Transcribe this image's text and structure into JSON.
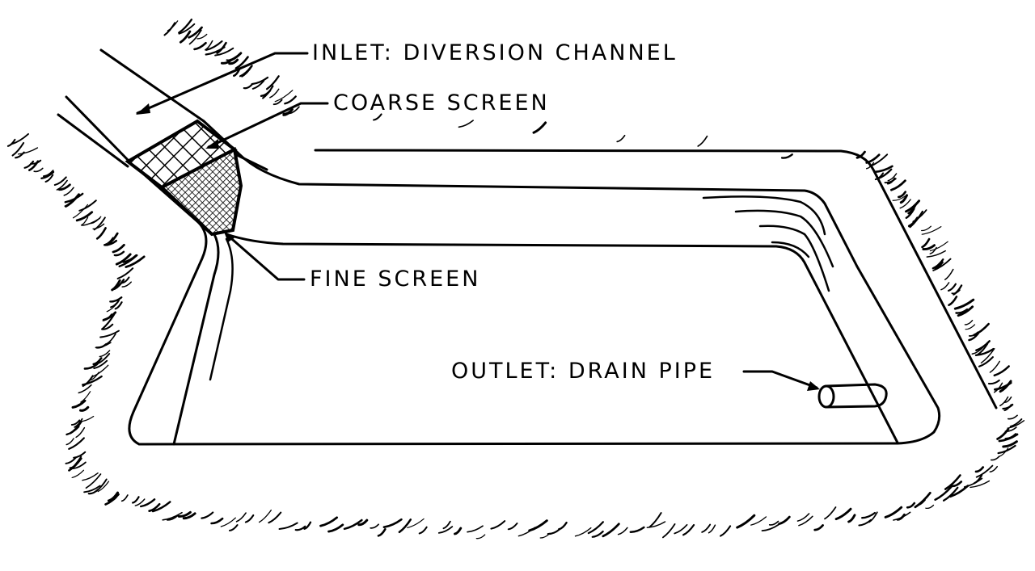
{
  "labels": {
    "inlet": "INLET: DIVERSION CHANNEL",
    "coarse_screen": "COARSE SCREEN",
    "fine_screen": "FINE SCREEN",
    "outlet": "OUTLET: DRAIN PIPE"
  },
  "colors": {
    "ink": "#000000",
    "background": "#ffffff"
  }
}
